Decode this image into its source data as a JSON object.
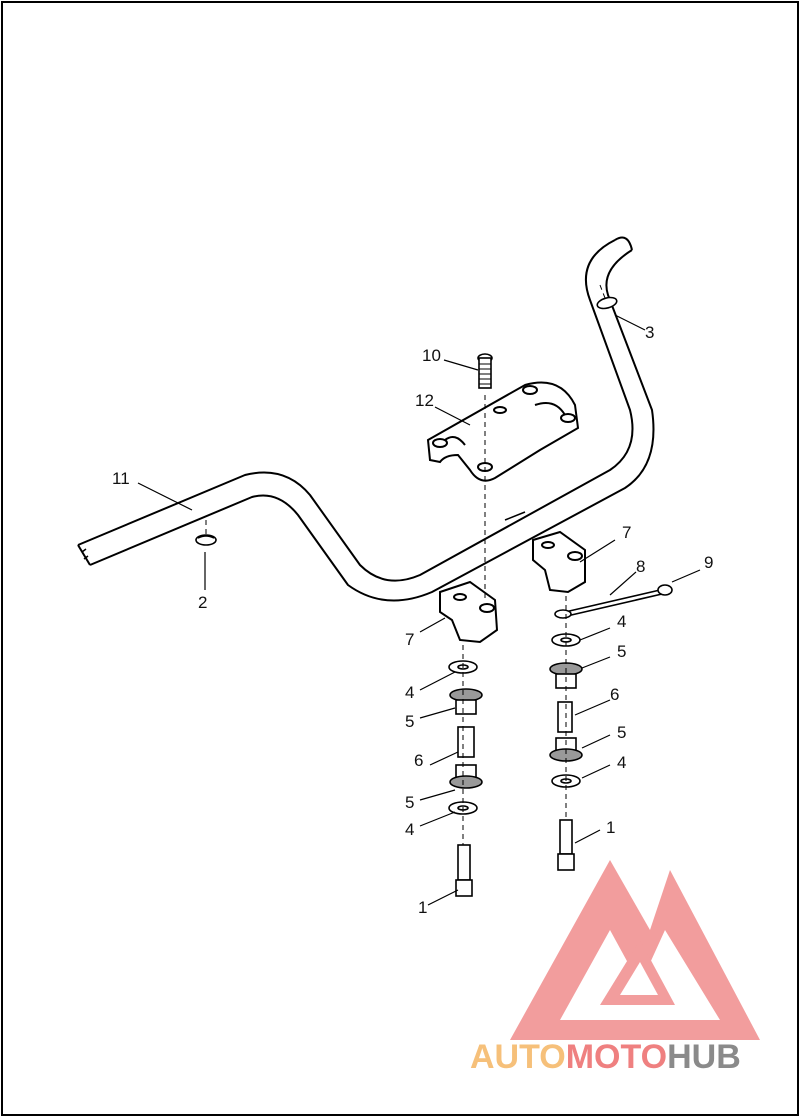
{
  "diagram": {
    "callouts": [
      {
        "id": "c1-left",
        "text": "1"
      },
      {
        "id": "c1-right",
        "text": "1"
      },
      {
        "id": "c2",
        "text": "2"
      },
      {
        "id": "c3",
        "text": "3"
      },
      {
        "id": "c4-left-upper",
        "text": "4"
      },
      {
        "id": "c4-left-lower",
        "text": "4"
      },
      {
        "id": "c4-right-upper",
        "text": "4"
      },
      {
        "id": "c4-right-lower",
        "text": "4"
      },
      {
        "id": "c5-left-upper",
        "text": "5"
      },
      {
        "id": "c5-left-lower",
        "text": "5"
      },
      {
        "id": "c5-right-upper",
        "text": "5"
      },
      {
        "id": "c5-right-lower",
        "text": "5"
      },
      {
        "id": "c6-left",
        "text": "6"
      },
      {
        "id": "c6-right",
        "text": "6"
      },
      {
        "id": "c7-left",
        "text": "7"
      },
      {
        "id": "c7-right",
        "text": "7"
      },
      {
        "id": "c8",
        "text": "8"
      },
      {
        "id": "c9",
        "text": "9"
      },
      {
        "id": "c10",
        "text": "10"
      },
      {
        "id": "c11",
        "text": "11"
      },
      {
        "id": "c12",
        "text": "12"
      }
    ]
  },
  "watermark": {
    "part1": "AUTO",
    "part2": "MOTO",
    "part3": "HUB",
    "color_auto": "#f6c07a",
    "color_moto": "#ef8080",
    "color_hub": "#8a8a8a",
    "logo_color": "#f08c8c"
  }
}
